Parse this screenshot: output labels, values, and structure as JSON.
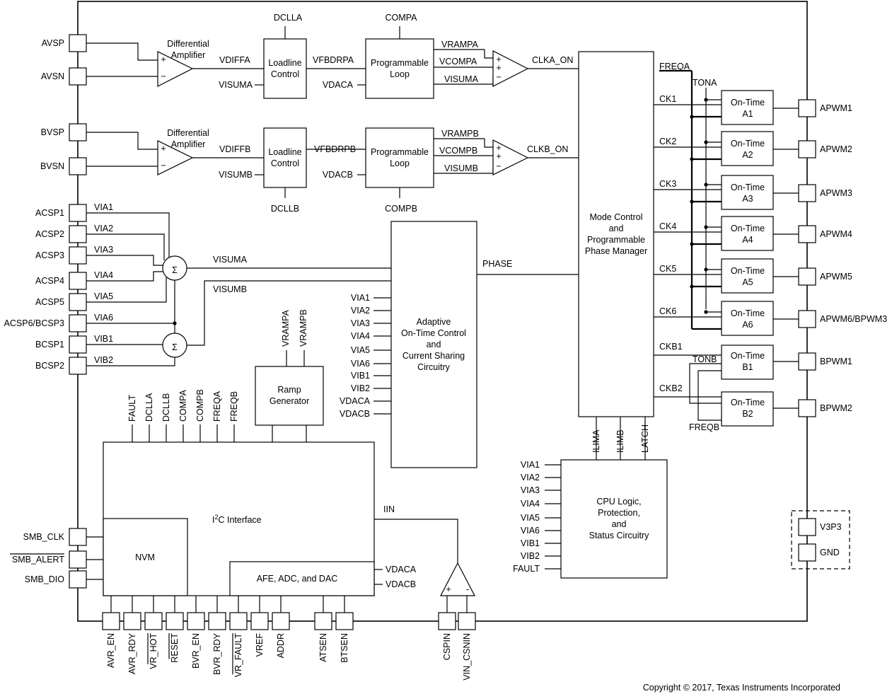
{
  "diagram": {
    "left_pins": [
      "AVSP",
      "AVSN",
      "BVSP",
      "BVSN",
      "ACSP1",
      "ACSP2",
      "ACSP3",
      "ACSP4",
      "ACSP5",
      "ACSP6/BCSP3",
      "BCSP1",
      "BCSP2",
      "SMB_CLK",
      "SMB_ALERT",
      "SMB_DIO"
    ],
    "right_pins": [
      "APWM1",
      "APWM2",
      "APWM3",
      "APWM4",
      "APWM5",
      "APWM6/BPWM3",
      "BPWM1",
      "BPWM2",
      "V3P3",
      "GND"
    ],
    "bottom_pins": [
      "AVR_EN",
      "AVR_RDY",
      "VR_HOT",
      "RESET",
      "BVR_EN",
      "BVR_RDY",
      "VR_FAULT",
      "VREF",
      "ADDR",
      "ATSEN",
      "BTSEN",
      "CSPIN",
      "VIN_CSNIN"
    ],
    "blocks": {
      "diff_amp_label": [
        "Differential",
        "Amplifier"
      ],
      "loadline": [
        "Loadline",
        "Control"
      ],
      "prog_loop": [
        "Programmable",
        "Loop"
      ],
      "mode_control": [
        "Mode Control",
        "and",
        "Programmable",
        "Phase Manager"
      ],
      "adaptive": [
        "Adaptive",
        "On-Time Control",
        "and",
        "Current Sharing",
        "Circuitry"
      ],
      "ramp": [
        "Ramp",
        "Generator"
      ],
      "cpu": [
        "CPU Logic,",
        "Protection,",
        "and",
        "Status Circuitry"
      ],
      "i2c": "C Interface",
      "i2c_prefix": "I",
      "i2c_sup": "2",
      "nvm": "NVM",
      "afe": "AFE, ADC, and DAC",
      "ontime": [
        [
          "On-Time",
          "A1"
        ],
        [
          "On-Time",
          "A2"
        ],
        [
          "On-Time",
          "A3"
        ],
        [
          "On-Time",
          "A4"
        ],
        [
          "On-Time",
          "A5"
        ],
        [
          "On-Time",
          "A6"
        ],
        [
          "On-Time",
          "B1"
        ],
        [
          "On-Time",
          "B2"
        ]
      ]
    },
    "signals": {
      "dclla": "DCLLA",
      "dcllb": "DCLLB",
      "compa": "COMPA",
      "compb": "COMPB",
      "vdiffa": "VDIFFA",
      "vdiffb": "VDIFFB",
      "visuma": "VISUMA",
      "visumb": "VISUMB",
      "vfbdrpa": "VFBDRPA",
      "vfbdrpb": "VFBDRPB",
      "vdaca": "VDACA",
      "vdacb": "VDACB",
      "vrampa": "VRAMPA",
      "vrampb": "VRAMPB",
      "vcompa": "VCOMPA",
      "vcompb": "VCOMPB",
      "clka_on": "CLKA_ON",
      "clkb_on": "CLKB_ON",
      "phase": "PHASE",
      "freqa": "FREQA",
      "freqb": "FREQB",
      "tona": "TONA",
      "tonb": "TONB",
      "ck": [
        "CK1",
        "CK2",
        "CK3",
        "CK4",
        "CK5",
        "CK6",
        "CKB1",
        "CKB2"
      ],
      "via": [
        "VIA1",
        "VIA2",
        "VIA3",
        "VIA4",
        "VIA5",
        "VIA6",
        "VIB1",
        "VIB2"
      ],
      "adaptive_inputs": [
        "VIA1",
        "VIA2",
        "VIA3",
        "VIA4",
        "VIA5",
        "VIA6",
        "VIB1",
        "VIB2",
        "VDACA",
        "VDACB"
      ],
      "cpu_inputs": [
        "VIA1",
        "VIA2",
        "VIA3",
        "VIA4",
        "VIA5",
        "VIA6",
        "VIB1",
        "VIB2",
        "FAULT"
      ],
      "cpu_top": [
        "ILIMA",
        "ILIMB",
        "LATCH"
      ],
      "i2c_top": [
        "FAULT",
        "DCLLA",
        "DCLLB",
        "COMPA",
        "COMPB",
        "FREQA",
        "FREQB"
      ],
      "ramp_top": [
        "VRAMPA",
        "VRAMPB"
      ],
      "iin": "IIN",
      "sigma": "Σ",
      "plus": "+",
      "minus": "−",
      "minus_small": "-"
    },
    "copyright": "Copyright © 2017, Texas Instruments Incorporated"
  }
}
